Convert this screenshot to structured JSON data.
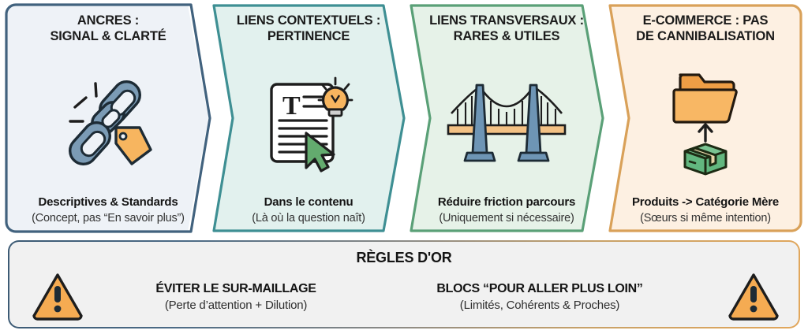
{
  "panels": [
    {
      "id": "ancres",
      "title": "ANCRES :\nSIGNAL & CLARTÉ",
      "subtitle": "Descriptives & Standards",
      "note": "(Concept, pas “En savoir plus”)",
      "icon": "broken-chain-with-tag-icon",
      "border_color": "#41627e",
      "fill_color": "#eef2f7"
    },
    {
      "id": "liens-contextuels",
      "title": "LIENS CONTEXTUELS :\nPERTINENCE",
      "subtitle": "Dans le contenu",
      "note": "(Là où la question naît)",
      "icon": "document-lightbulb-cursor-icon",
      "border_color": "#3e8f93",
      "fill_color": "#e2f1ee"
    },
    {
      "id": "liens-transversaux",
      "title": "LIENS TRANSVERSAUX :\nRARES & UTILES",
      "subtitle": "Réduire friction parcours",
      "note": "(Uniquement si nécessaire)",
      "icon": "suspension-bridge-icon",
      "border_color": "#5aa077",
      "fill_color": "#e6f2e8"
    },
    {
      "id": "e-commerce",
      "title": "E-COMMERCE : PAS\nDE CANNIBALISATION",
      "subtitle": "Produits -> Catégorie Mère",
      "note": "(Sœurs si même intention)",
      "icon": "folder-arrow-box-icon",
      "border_color": "#d9a159",
      "fill_color": "#fdf0e2"
    }
  ],
  "rules": {
    "title": "RÈGLES D'OR",
    "warning_icon_left": "warning-triangle-icon",
    "warning_icon_right": "warning-triangle-icon",
    "columns": [
      {
        "head": "ÉVITER LE SUR-MAILLAGE",
        "note": "(Perte d’attention + Dilution)"
      },
      {
        "head": "BLOCS “POUR ALLER PLUS LOIN”",
        "note": "(Limités, Cohérents & Proches)"
      }
    ],
    "border_gradient_start": "#3c5a74",
    "border_gradient_end": "#e2a75c",
    "fill_color": "#f1f1f1",
    "warning_color": "#f5ab52"
  }
}
